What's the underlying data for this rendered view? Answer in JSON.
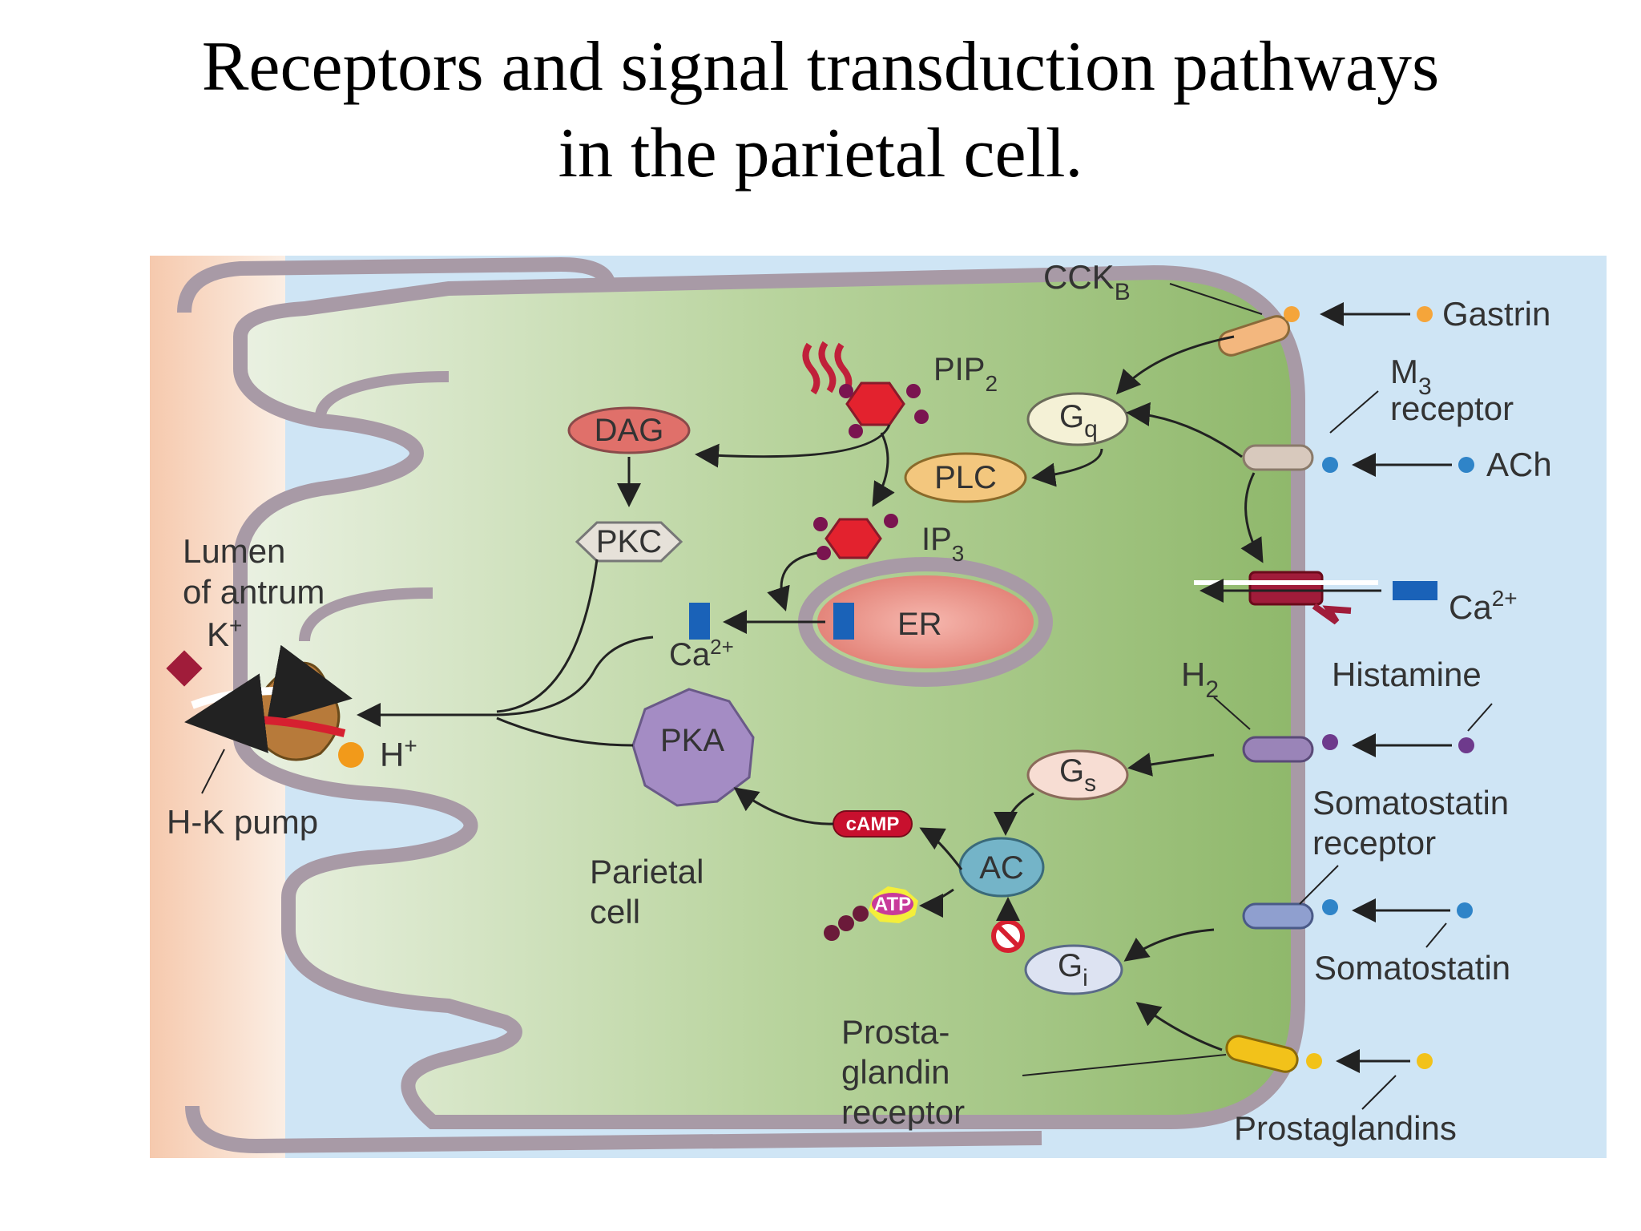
{
  "title": {
    "line1": "Receptors and signal transduction pathways",
    "line2": "in the parietal cell."
  },
  "colors": {
    "lumen": "#f7d3bd",
    "cytoplasm": "#9fc37f",
    "interstitium": "#cfe5f5",
    "membrane": "#a89aa6",
    "dag": "#e0706a",
    "er": "#e8877c",
    "pka": "#a48cc4",
    "ac": "#74b4c8",
    "gastrin": "#f5a53a",
    "ach": "#2f84c8",
    "histamine": "#6e3a8c",
    "prostaglandin": "#f2c21a",
    "calcium": "#1a62b8"
  },
  "labels": {
    "cck_b": "CCK",
    "cck_b_sub": "B",
    "gastrin": "Gastrin",
    "m3": "M",
    "m3_sub": "3",
    "m3_receptor": "receptor",
    "ach": "ACh",
    "ca_outer": "Ca",
    "ca_outer_sup": "2+",
    "histamine": "Histamine",
    "h2": "H",
    "h2_sub": "2",
    "somatostatin_receptor_1": "Somatostatin",
    "somatostatin_receptor_2": "receptor",
    "somatostatin": "Somatostatin",
    "prostaglandins": "Prostaglandins",
    "prosta_1": "Prosta-",
    "prosta_2": "glandin",
    "prosta_3": "receptor",
    "parietal_1": "Parietal",
    "parietal_2": "cell",
    "lumen_1": "Lumen",
    "lumen_2": "of antrum",
    "k_plus": "K",
    "k_plus_sup": "+",
    "h_plus": "H",
    "h_plus_sup": "+",
    "hk_pump": "H-K pump",
    "pip2": "PIP",
    "pip2_sub": "2",
    "ip3": "IP",
    "ip3_sub": "3",
    "er": "ER",
    "ca_inner": "Ca",
    "ca_inner_sup": "2+"
  },
  "nodes": {
    "gq": "G",
    "gq_sub": "q",
    "plc": "PLC",
    "dag": "DAG",
    "pkc": "PKC",
    "pka": "PKA",
    "gs": "G",
    "gs_sub": "s",
    "ac": "AC",
    "camp": "cAMP",
    "atp": "ATP",
    "gi": "G",
    "gi_sub": "i"
  }
}
